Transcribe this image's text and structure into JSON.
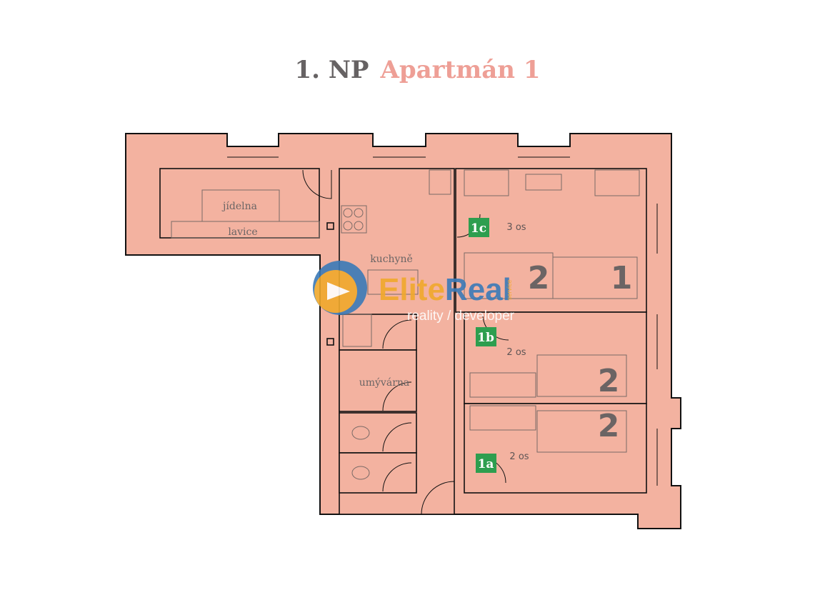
{
  "title": {
    "floor": "1. NP",
    "apartment": "Apartmán 1"
  },
  "rooms": {
    "dining": "jídelna",
    "bench": "lavice",
    "kitchen": "kuchyně",
    "washroom": "umývárna"
  },
  "units": [
    {
      "badge": "1c",
      "capacity": "3 os",
      "beds": [
        "2",
        "1"
      ]
    },
    {
      "badge": "1b",
      "capacity": "2 os",
      "beds": [
        "2"
      ]
    },
    {
      "badge": "1a",
      "capacity": "2 os",
      "beds": [
        "2"
      ]
    }
  ],
  "watermark": {
    "brand_a": "Elite",
    "brand_b": "Real",
    "tag": "reality / developer",
    "side": "service"
  },
  "colors": {
    "wall": "#f3b2a0",
    "badge": "#2e9e4f",
    "accent": "#ee9f96",
    "logo_orange": "#f0a92c",
    "logo_blue": "#3a7ab8"
  }
}
